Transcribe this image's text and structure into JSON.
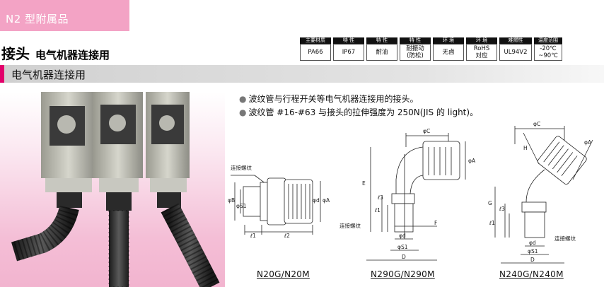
{
  "header": {
    "series": "N2 型附属品",
    "title": "接头",
    "subtitle": "电气机器连接用"
  },
  "specs": [
    {
      "head": "主要材质",
      "value": "PA66"
    },
    {
      "head": "特 性",
      "value": "IP67"
    },
    {
      "head": "特 性",
      "value": "耐油"
    },
    {
      "head": "特 性",
      "value": "耐振动\n(防松)"
    },
    {
      "head": "环 境",
      "value": "无卤"
    },
    {
      "head": "环 境",
      "value": "RoHS\n对应"
    },
    {
      "head": "难燃性",
      "value": "UL94V2"
    },
    {
      "head": "温度范围",
      "value": "-20℃\n~90℃"
    }
  ],
  "section": {
    "label": "电气机器连接用"
  },
  "bullets": [
    "波纹管与行程开关等电气机器连接用的接头。",
    "波纹管 #16-#63 与接头的拉伸强度为 250N(JIS 的 light)。"
  ],
  "diagrams": {
    "straight": {
      "model": "N20G/N20M",
      "label_thread": "连接螺纹",
      "dims": {
        "B": "φB",
        "S1": "φS1",
        "d": "φd",
        "A": "φA",
        "l1": "ℓ1",
        "l2": "ℓ2"
      }
    },
    "elbow90": {
      "model": "N290G/N290M",
      "label_thread": "连接螺纹",
      "dims": {
        "C": "φC",
        "A": "φA",
        "E": "E",
        "l3": "ℓ3",
        "l1": "ℓ1",
        "F": "F",
        "d": "φd",
        "S1": "φS1",
        "D": "D"
      }
    },
    "elbow40": {
      "model": "N240G/N240M",
      "label_thread": "连接螺纹",
      "dims": {
        "C": "φC",
        "H": "H",
        "A": "φA",
        "G": "G",
        "l3": "ℓ3",
        "l1": "ℓ1",
        "d": "φd",
        "S1": "φS1",
        "D": "D"
      }
    }
  }
}
